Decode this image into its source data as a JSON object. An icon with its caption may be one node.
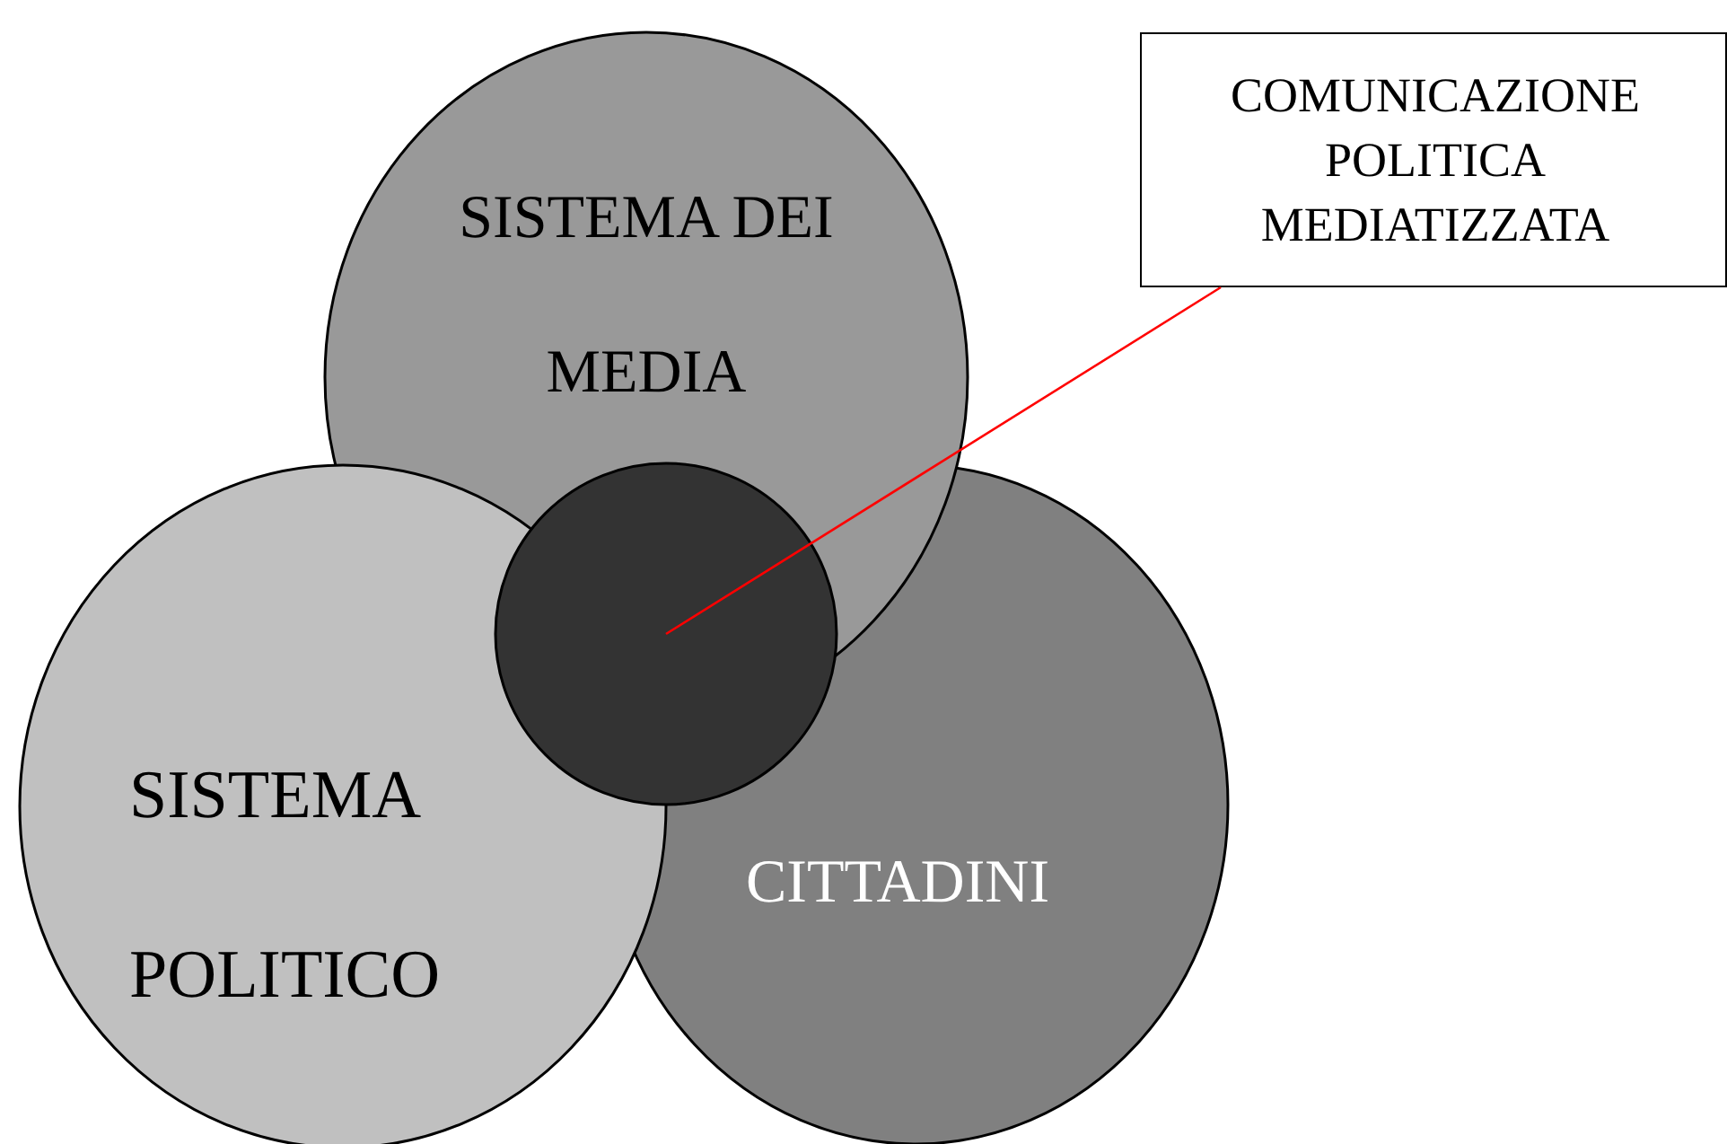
{
  "diagram": {
    "nodes": [
      {
        "text": [
          "SISTEMA DEI MEDIA"
        ]
      },
      {
        "text": [
          "COMUNICAZIONE POLITICA MEDIATIZZATA"
        ]
      },
      {
        "text": [],
        "shape": "circle"
      },
      {
        "text": [
          "SISTEMA POLITICO"
        ]
      },
      {
        "text": [
          "CITTADINI"
        ]
      }
    ],
    "edges": [
      {
        "from": 1,
        "to": 2,
        "arrow": "none",
        "color": "#ff0000"
      }
    ]
  }
}
